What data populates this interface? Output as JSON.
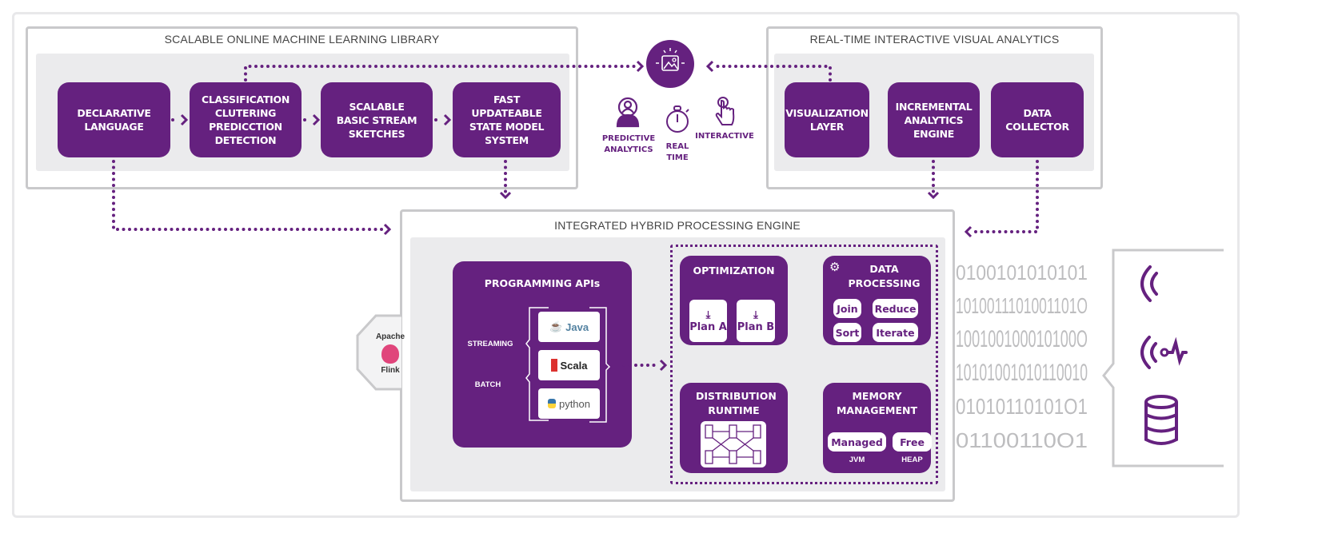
{
  "ml_library": {
    "title": "SCALABLE ONLINE MACHINE LEARNING LIBRARY",
    "boxes": [
      {
        "label": "DECLARATIVE LANGUAGE"
      },
      {
        "label": "CLASSIFICATION CLUTERING PREDICCTION DETECTION"
      },
      {
        "label": "SCALABLE BASIC STREAM SKETCHES"
      },
      {
        "label": "FAST UPDATEABLE STATE MODEL SYSTEM"
      }
    ]
  },
  "center": {
    "icon": "image-icon",
    "features": [
      {
        "icon": "predictive-analytics-icon",
        "label": "PREDICTIVE ANALYTICS"
      },
      {
        "icon": "stopwatch-icon",
        "label": "REAL TIME"
      },
      {
        "icon": "touch-hand-icon",
        "label": "INTERACTIVE"
      }
    ]
  },
  "visual_analytics": {
    "title": "REAL-TIME INTERACTIVE VISUAL ANALYTICS",
    "boxes": [
      {
        "label": "VISUALIZATION LAYER"
      },
      {
        "label": "INCREMENTAL ANALYTICS ENGINE"
      },
      {
        "label": "DATA COLLECTOR"
      }
    ]
  },
  "engine": {
    "title": "INTEGRATED HYBRID PROCESSING ENGINE",
    "flink": {
      "top": "Apache",
      "bottom": "Flink"
    },
    "apis": {
      "title": "PROGRAMMING APIs",
      "streaming": "STREAMING",
      "batch": "BATCH",
      "languages": [
        "Java",
        "Scala",
        "python"
      ]
    },
    "optimization": {
      "title": "OPTIMIZATION",
      "plans": [
        "Plan A",
        "Plan B"
      ]
    },
    "data_processing": {
      "title": "DATA PROCESSING",
      "ops": [
        "Join",
        "Reduce",
        "Sort",
        "Iterate"
      ]
    },
    "distribution": {
      "title": "DISTRIBUTION RUNTIME"
    },
    "memory": {
      "title": "MEMORY MANAGEMENT",
      "items": [
        {
          "label": "Managed",
          "sub": "JVM"
        },
        {
          "label": "Free",
          "sub": "HEAP"
        }
      ]
    }
  },
  "binary_stream": [
    "0100101010101",
    "1010011101001101O",
    "100100100010100O",
    "10101001010110010",
    "01010110101O1",
    "01100110O1"
  ],
  "sources": {
    "icons": [
      "wireless-signal-icon",
      "sensor-signal-icon",
      "database-icon"
    ]
  },
  "colors": {
    "accent": "#65217f",
    "border": "#c9c9cb",
    "panel": "#ebebed"
  }
}
